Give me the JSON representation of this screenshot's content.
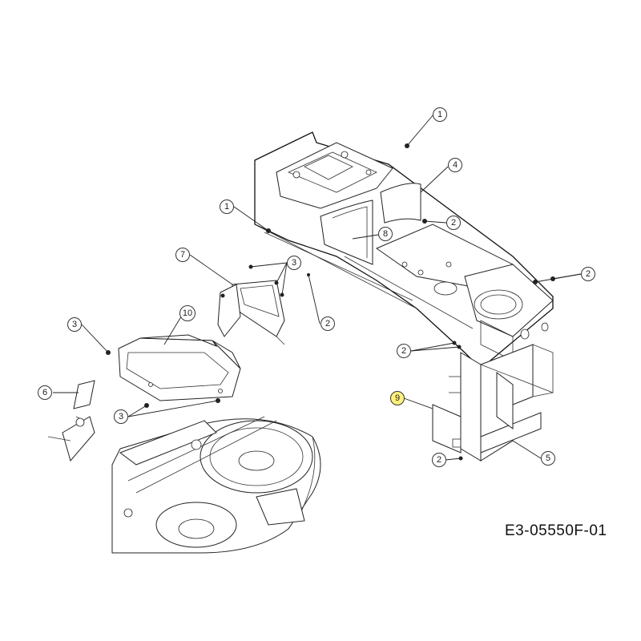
{
  "drawing_code": "E3-05550F-01",
  "callouts": {
    "c1a": "1",
    "c1b": "1",
    "c2a": "2",
    "c2b": "2",
    "c2c": "2",
    "c2d": "2",
    "c2e": "2",
    "c3a": "3",
    "c3b": "3",
    "c3c": "3",
    "c4": "4",
    "c5": "5",
    "c6": "6",
    "c7": "7",
    "c8": "8",
    "c9": "9",
    "c10": "10"
  },
  "colors": {
    "highlight": "#fff27a",
    "line": "#222222"
  }
}
